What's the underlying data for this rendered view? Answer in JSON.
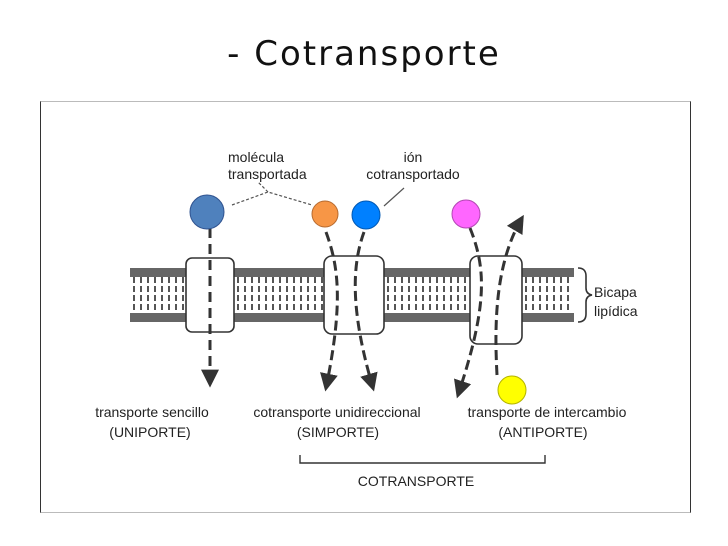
{
  "slide": {
    "title": "- Cotransporte"
  },
  "diagram": {
    "labels": {
      "molecule": [
        "molécula",
        "transportada"
      ],
      "ion": [
        "ión",
        "cotransportado"
      ],
      "bilayer": [
        "Bicapa",
        "lipídica"
      ],
      "uniport": [
        "transporte  sencillo",
        "(UNIPORTE)"
      ],
      "symport": [
        "cotransporte unidireccional",
        "(SIMPORTE)"
      ],
      "antiport": [
        "transporte  de  intercambio",
        "(ANTIPORTE)"
      ],
      "cotransport": "COTRANSPORTE"
    },
    "colors": {
      "uniport_molecule": "#4f81bd",
      "symport_molecule": "#f79646",
      "symport_ion": "#0080ff",
      "antiport_top": "#ff66ff",
      "antiport_bottom": "#ffff00"
    }
  }
}
